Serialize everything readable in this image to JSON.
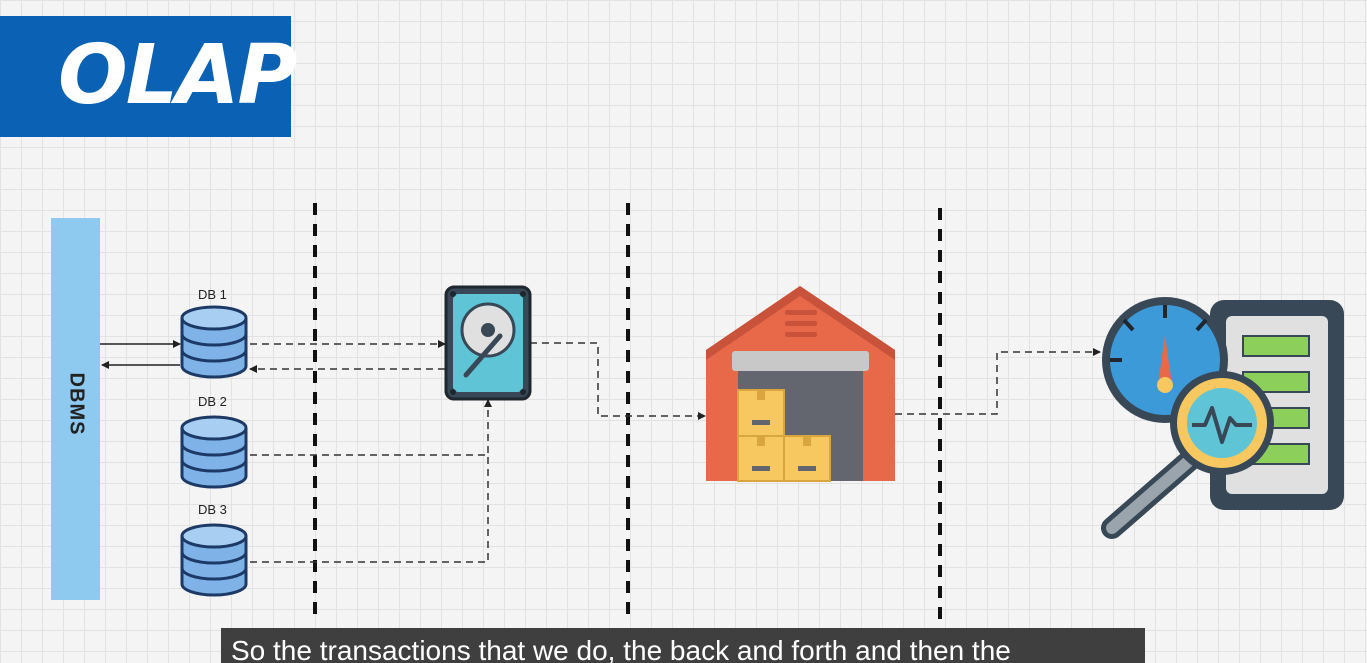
{
  "title": "OLAP",
  "dbms_label": "DBMS",
  "databases": [
    {
      "label": "DB 1"
    },
    {
      "label": "DB 2"
    },
    {
      "label": "DB 3"
    }
  ],
  "icons": {
    "storage": "hard-disk-icon",
    "warehouse": "warehouse-icon",
    "analytics": "analytics-dashboard-icon"
  },
  "colors": {
    "title_banner": "#0b62b5",
    "dbms_bar": "#8ec9ef",
    "database": "#7fb3e8",
    "warehouse": "#e8694a",
    "analytics_gauge": "#3d9ad8"
  },
  "caption": "So the transactions that we do, the back and forth and then the"
}
